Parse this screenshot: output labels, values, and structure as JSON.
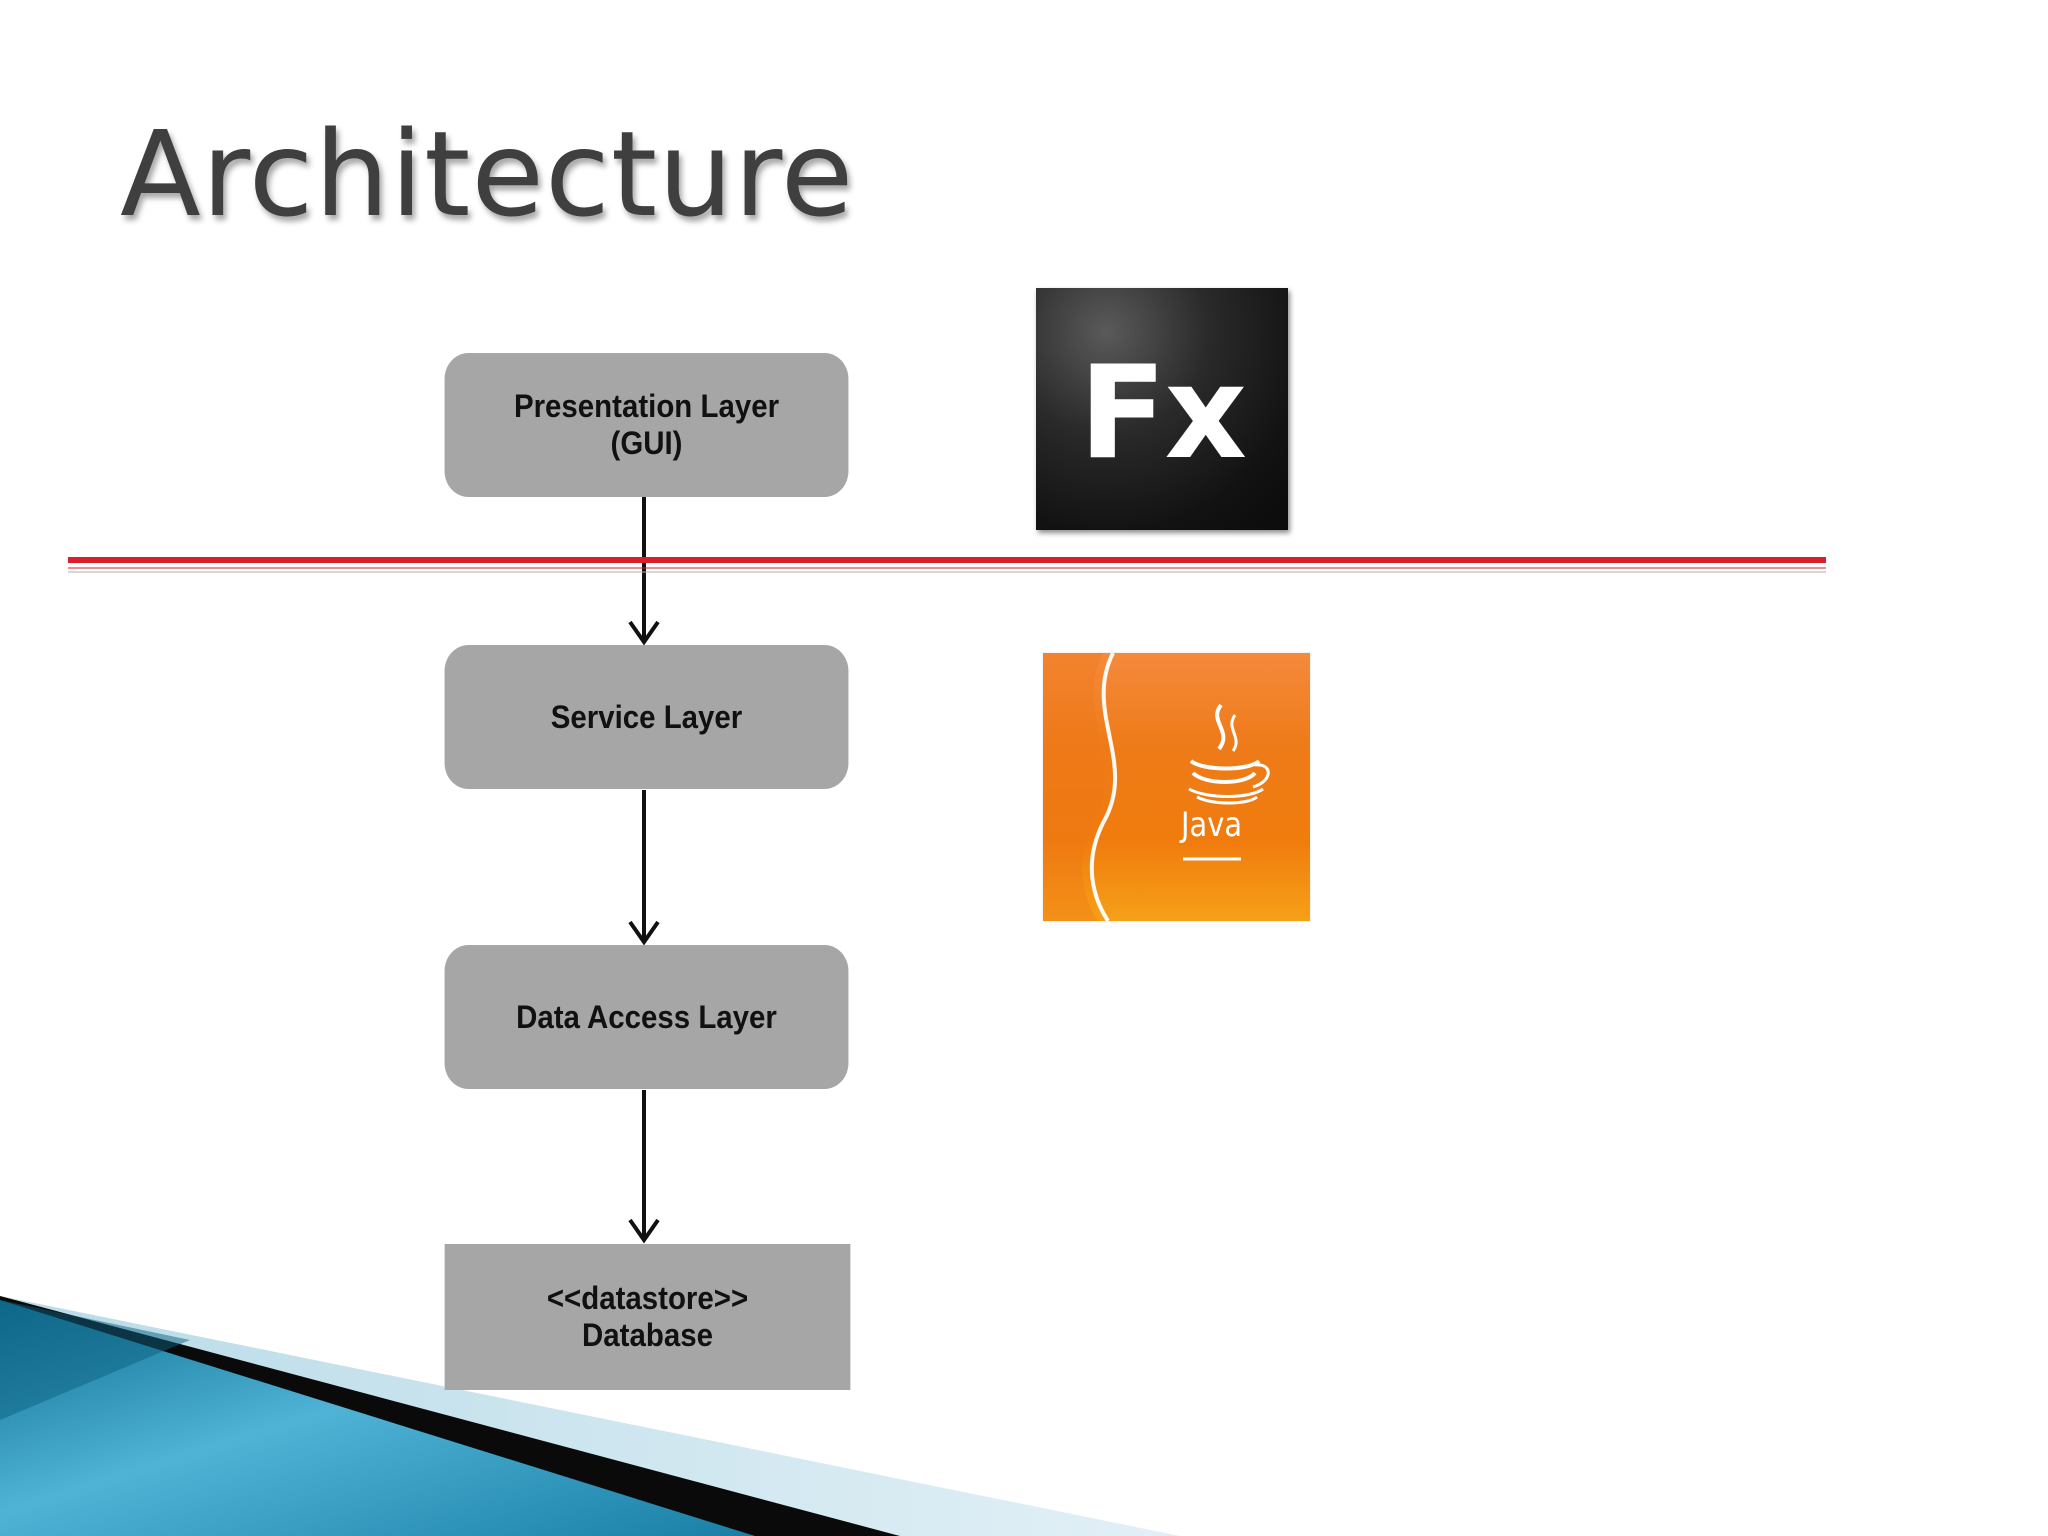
{
  "slide": {
    "title": "Architecture"
  },
  "layers": [
    {
      "label": "Presentation Layer\n(GUI)"
    },
    {
      "label": "Service Layer"
    },
    {
      "label": "Data Access Layer"
    },
    {
      "label": "<<datastore>>\nDatabase"
    }
  ],
  "logos": {
    "flex": {
      "text": "Fx",
      "icon": "adobe-flex-logo"
    },
    "java": {
      "text": "Java",
      "icon": "java-coffee-cup-logo"
    }
  },
  "colors": {
    "title": "#3f3f3f",
    "box_fill": "#a6a6a6",
    "divider": "#d9202a",
    "decor_blue": "#1f8fb4",
    "java_orange": "#f07c0e"
  }
}
